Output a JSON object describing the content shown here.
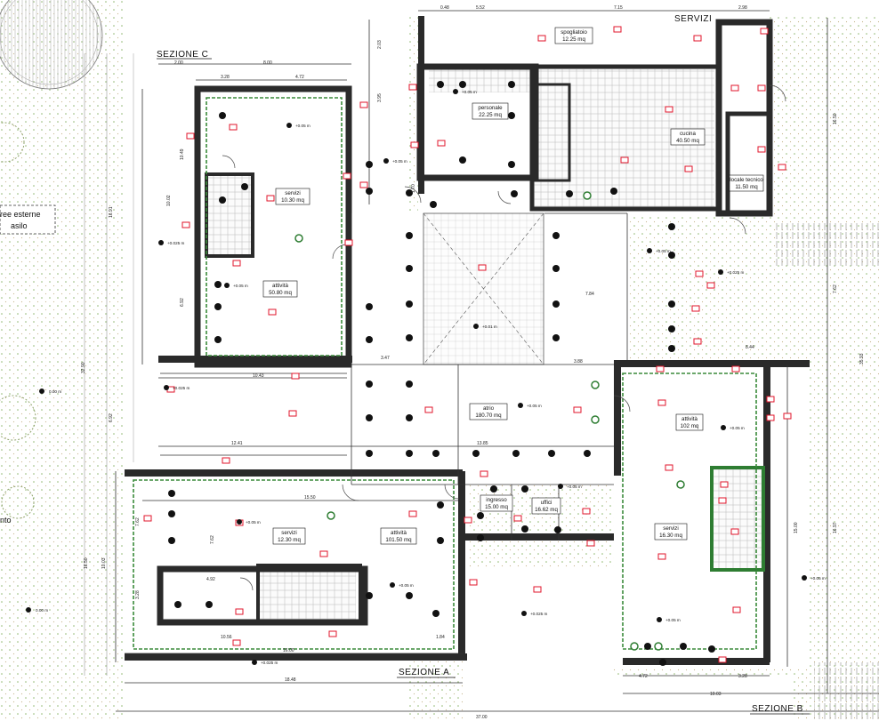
{
  "sections": {
    "a": "SEZIONE A",
    "b": "SEZIONE B",
    "c": "SEZIONE C",
    "servizi_top": "SERVIZI"
  },
  "external": {
    "aree_line1": "ree esterne",
    "aree_line2": "asilo",
    "left_fragment": "nto"
  },
  "rooms": [
    {
      "id": "spogliatoio",
      "name": "spogliatoio",
      "area": "12.25 mq"
    },
    {
      "id": "personale",
      "name": "personale",
      "area": "22.25 mq"
    },
    {
      "id": "cucina",
      "name": "cucina",
      "area": "40.50 mq"
    },
    {
      "id": "locale-tecnico",
      "name": "locale tecnico",
      "area": "11.50 mq"
    },
    {
      "id": "servizi-c",
      "name": "servizi",
      "area": "10.30 mq"
    },
    {
      "id": "attivita-c",
      "name": "attività",
      "area": "50.80 mq"
    },
    {
      "id": "atrio",
      "name": "atrio",
      "area": "180.70 mq"
    },
    {
      "id": "attivita-b",
      "name": "attività",
      "area": "102 mq"
    },
    {
      "id": "servizi-b",
      "name": "servizi",
      "area": "16.30 mq"
    },
    {
      "id": "ingresso",
      "name": "ingresso",
      "area": "15.00 mq"
    },
    {
      "id": "uffici",
      "name": "uffici",
      "area": "16.62 mq"
    },
    {
      "id": "servizi-a",
      "name": "servizi",
      "area": "12.30 mq"
    },
    {
      "id": "attivita-a",
      "name": "attività",
      "area": "101.50 mq"
    }
  ],
  "dimensions": {
    "top": [
      "0.48",
      "5.52",
      "7.15",
      "2.98"
    ],
    "c_top": [
      "2.00",
      "8.00",
      "3.28",
      "4.72"
    ],
    "mid": [
      "10.43",
      "3.47",
      "12.41",
      "13.85",
      "3.88",
      "8.44",
      "7.84"
    ],
    "bottom": [
      "15.50",
      "4.92",
      "10.56",
      "16.00",
      "1.84",
      "18.48",
      "37.00"
    ],
    "b_bottom": [
      "4.72",
      "3.28",
      "10.03"
    ],
    "vertical": [
      "10.49",
      "10.02",
      "6.92",
      "16.91",
      "32.90",
      "6.92",
      "16.50",
      "10.03",
      "7.62",
      "3.28",
      "7.62",
      "15.00",
      "16.97",
      "35.93",
      "7.62",
      "16.50",
      "2.03",
      "3.95",
      "1.70"
    ]
  },
  "levels": {
    "a": "+0.05 m",
    "b": "+0.025 m",
    "c": "0.00 m",
    "d": "+0.01 m"
  }
}
